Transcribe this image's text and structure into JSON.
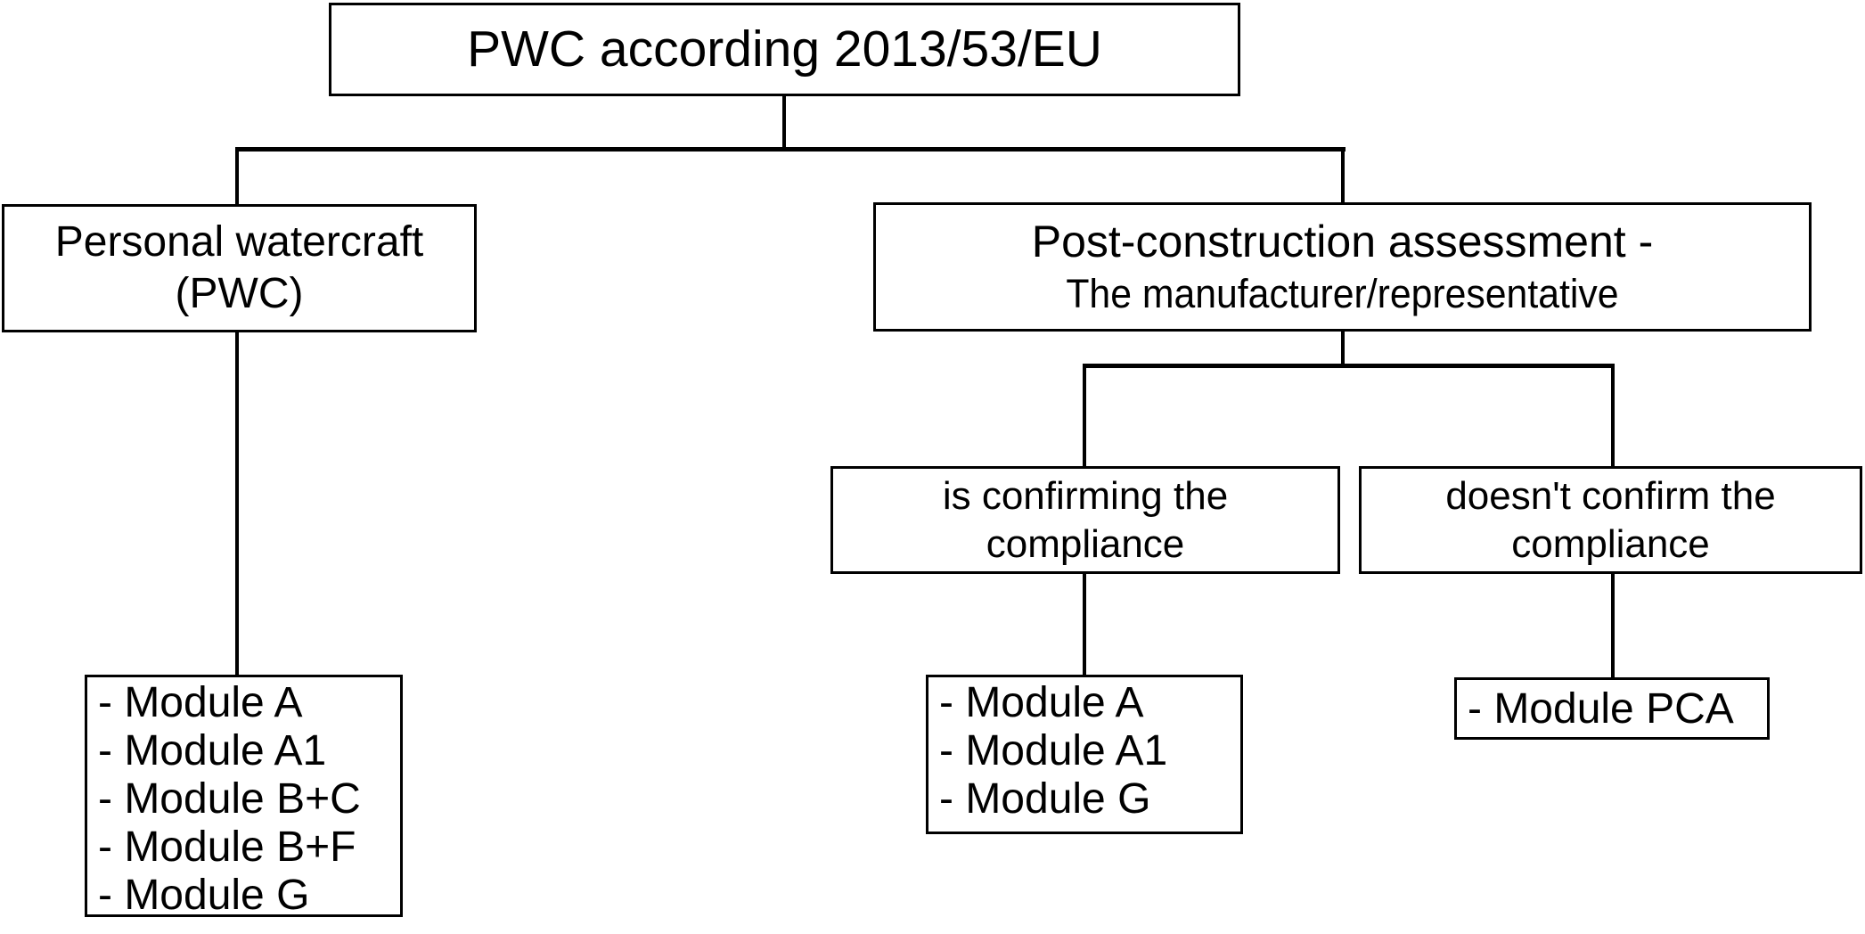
{
  "diagram": {
    "title": "PWC according 2013/53/EU",
    "nodes": {
      "pwc": {
        "line1": "Personal watercraft",
        "line2": "(PWC)"
      },
      "post_construction": {
        "line1": "Post-construction assessment -",
        "line2": "The manufacturer/representative"
      },
      "confirming": {
        "line1": "is confirming the",
        "line2": "compliance"
      },
      "not_confirming": {
        "line1": "doesn't confirm the",
        "line2": "compliance"
      },
      "modules_pwc": {
        "items": [
          "- Module A",
          "- Module A1",
          "- Module B+C",
          "- Module B+F",
          "- Module G"
        ]
      },
      "modules_confirming": {
        "items": [
          "- Module A",
          "- Module A1",
          "- Module G"
        ]
      },
      "modules_pca": {
        "items": [
          "- Module PCA"
        ]
      }
    },
    "colors": {
      "line": "#000000",
      "text": "#000000",
      "background": "#ffffff"
    }
  }
}
